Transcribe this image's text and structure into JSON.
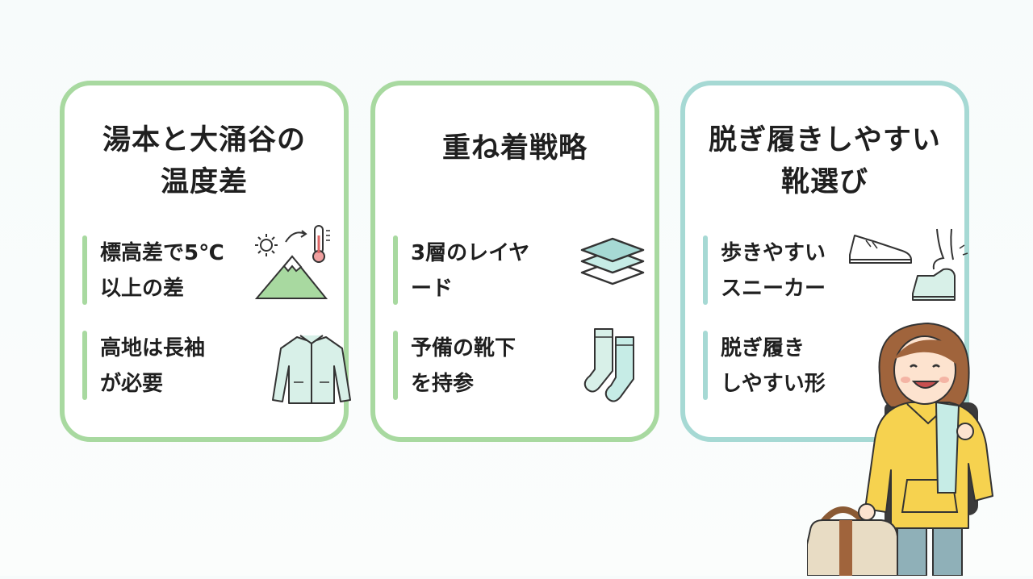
{
  "cards": [
    {
      "title": [
        "湯本と大涌谷の",
        "温度差"
      ],
      "items": [
        {
          "lines": [
            "標高差で5℃",
            "以上の差"
          ],
          "icon": "mountain-thermometer-icon"
        },
        {
          "lines": [
            "高地は長袖",
            "が必要"
          ],
          "icon": "jacket-icon"
        }
      ]
    },
    {
      "title": [
        "重ね着戦略"
      ],
      "items": [
        {
          "lines": [
            "3層のレイヤ",
            "ード"
          ],
          "icon": "layers-icon"
        },
        {
          "lines": [
            "予備の靴下",
            "を持参"
          ],
          "icon": "socks-icon"
        }
      ]
    },
    {
      "title": [
        "脱ぎ履きしやすい",
        "靴選び"
      ],
      "items": [
        {
          "lines": [
            "歩きやすい",
            "スニーカー"
          ],
          "icon": "sneakers-icon"
        },
        {
          "lines": [
            "脱ぎ履き",
            "しやすい形"
          ],
          "icon": "slip-on-icon"
        }
      ]
    }
  ],
  "colors": {
    "green": "#a8d9a0",
    "teal": "#a6d9d4",
    "person_hoodie": "#f6d24f"
  }
}
